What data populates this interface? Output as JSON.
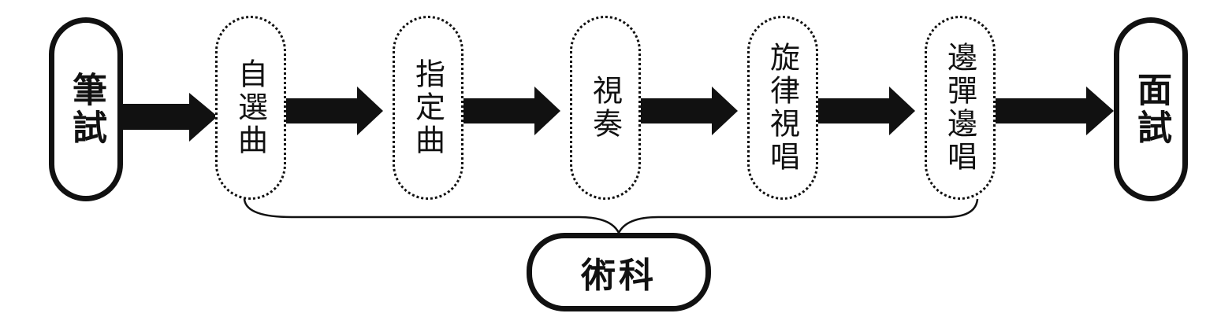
{
  "start": "筆試",
  "steps": [
    "自選曲",
    "指定曲",
    "視奏",
    "旋律視唱",
    "邊彈邊唱"
  ],
  "end": "面試",
  "group_label": "術科"
}
